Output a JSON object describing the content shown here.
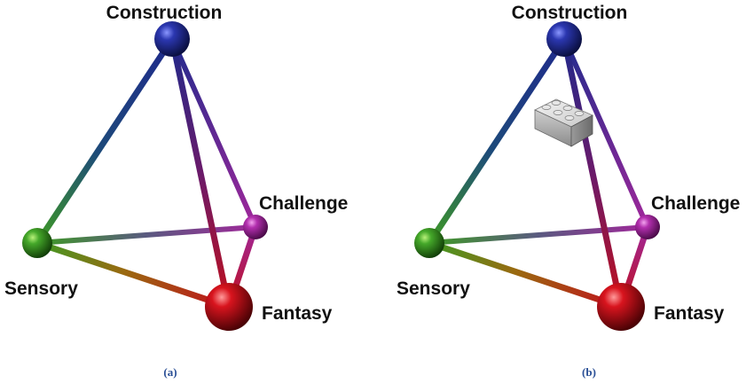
{
  "panels": [
    {
      "caption": "(a)",
      "nodes": {
        "construction": "Construction",
        "challenge": "Challenge",
        "sensory": "Sensory",
        "fantasy": "Fantasy"
      },
      "has_brick": false
    },
    {
      "caption": "(b)",
      "nodes": {
        "construction": "Construction",
        "challenge": "Challenge",
        "sensory": "Sensory",
        "fantasy": "Fantasy"
      },
      "has_brick": true
    }
  ],
  "colors": {
    "construction": "#1f2a8c",
    "challenge": "#a0279a",
    "sensory": "#3e9a24",
    "fantasy": "#c0101c",
    "caption": "#2a4f96"
  }
}
